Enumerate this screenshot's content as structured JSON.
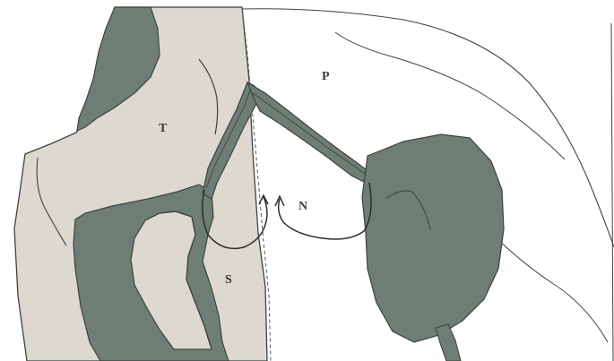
{
  "labels": {
    "T": "T",
    "P": "P",
    "N": "N",
    "S": "S"
  },
  "colors": {
    "beige_region": "#ddd8d0",
    "dark_region": "#6f7e75",
    "outline": "#3d4440",
    "background": "#ffffff"
  }
}
